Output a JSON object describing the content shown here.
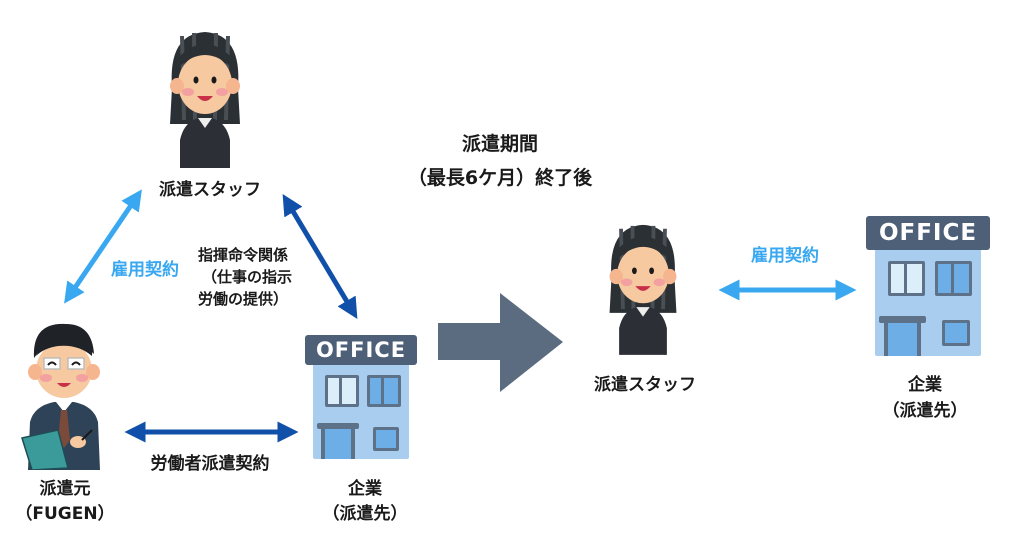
{
  "diagram": {
    "title_center": {
      "line1": "派遣期間",
      "line2": "（最長6ケ月）終了後"
    },
    "before": {
      "staff": {
        "label": "派遣スタッフ",
        "icon": "female-staff-icon"
      },
      "agency": {
        "label_line1": "派遣元",
        "label_line2": "（FUGEN）",
        "icon": "male-agent-icon"
      },
      "company": {
        "label_line1": "企業",
        "label_line2": "（派遣先）",
        "icon": "office-building-icon",
        "sign": "OFFICE"
      },
      "relations": {
        "employment": {
          "label": "雇用契約",
          "from": "agency",
          "to": "staff",
          "color": "#3aa8f0"
        },
        "command": {
          "label_line1": "指揮命令関係",
          "label_line2": "（仕事の指示",
          "label_line3": "労働の提供）",
          "from": "company",
          "to": "staff",
          "color": "#1150a8"
        },
        "dispatch_contract": {
          "label": "労働者派遣契約",
          "from": "agency",
          "to": "company",
          "color": "#1150a8"
        }
      }
    },
    "transition_arrow": {
      "icon": "right-arrow-icon",
      "color": "#5b6b80"
    },
    "after": {
      "staff": {
        "label": "派遣スタッフ",
        "icon": "female-staff-icon"
      },
      "company": {
        "label_line1": "企業",
        "label_line2": "（派遣先）",
        "icon": "office-building-icon",
        "sign": "OFFICE"
      },
      "relations": {
        "employment": {
          "label": "雇用契約",
          "from": "staff",
          "to": "company",
          "color": "#3aa8f0"
        }
      }
    }
  }
}
